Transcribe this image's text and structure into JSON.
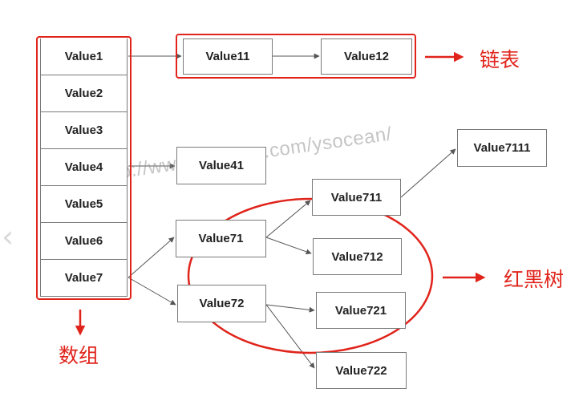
{
  "array": {
    "cells": [
      {
        "label": "Value1"
      },
      {
        "label": "Value2"
      },
      {
        "label": "Value3"
      },
      {
        "label": "Value4"
      },
      {
        "label": "Value5"
      },
      {
        "label": "Value6"
      },
      {
        "label": "Value7"
      }
    ],
    "caption": "数组"
  },
  "linked_list": {
    "nodes": [
      {
        "label": "Value11"
      },
      {
        "label": "Value12"
      }
    ],
    "caption": "链表"
  },
  "single_node": {
    "label": "Value41"
  },
  "red_black_tree": {
    "caption": "红黑树",
    "nodes": {
      "n71": "Value71",
      "n72": "Value72",
      "n711": "Value711",
      "n712": "Value712",
      "n721": "Value721",
      "n722": "Value722",
      "n7111": "Value7111"
    }
  },
  "watermark": "http://www.cnblogs.com/ysocean/",
  "nav": {
    "prev_glyph": "‹"
  },
  "colors": {
    "annotation_red": "#e0241b",
    "node_border": "#7a7a7a",
    "edge": "#555555"
  }
}
